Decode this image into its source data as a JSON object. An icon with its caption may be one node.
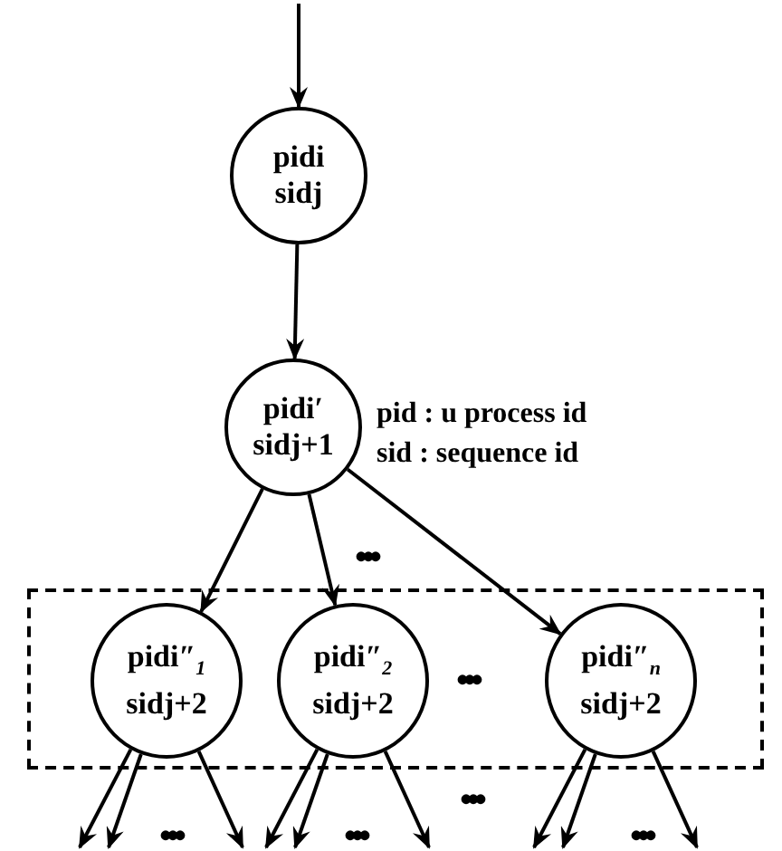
{
  "diagram": {
    "nodes": [
      {
        "text": [
          "pidi",
          "sidj"
        ]
      },
      {
        "text": [
          "pidi′",
          "sidj+1"
        ],
        "beside": [
          "pid : u process id",
          "sid : sequence id"
        ]
      },
      {
        "text": [],
        "shape": "box"
      },
      {
        "text": [
          "pidi″$_{1}$",
          "sidj+2"
        ],
        "in": 2
      },
      {
        "text": [
          "pidi″$_{2}$",
          "sidj+2"
        ],
        "in": 2
      },
      {
        "text": [
          "pidi″$_{n}$",
          "sidj+2"
        ],
        "in": 2
      }
    ],
    "edges": [
      {
        "from": null,
        "to": 0,
        "arrow": "to"
      },
      {
        "from": 0,
        "to": 1,
        "arrow": "to"
      },
      {
        "from": 1,
        "to": 3,
        "arrow": "to"
      },
      {
        "from": 1,
        "to": 4,
        "arrow": "to"
      },
      {
        "from": 1,
        "to": 5,
        "arrow": "to"
      },
      {
        "from": 3,
        "to": null,
        "arrow": "to"
      },
      {
        "from": 3,
        "to": null,
        "arrow": "to"
      },
      {
        "from": 3,
        "to": null,
        "arrow": "to"
      },
      {
        "from": 4,
        "to": null,
        "arrow": "to"
      },
      {
        "from": 4,
        "to": null,
        "arrow": "to"
      },
      {
        "from": 4,
        "to": null,
        "arrow": "to"
      },
      {
        "from": 5,
        "to": null,
        "arrow": "to"
      },
      {
        "from": 5,
        "to": null,
        "arrow": "to"
      },
      {
        "from": 5,
        "to": null,
        "arrow": "to"
      }
    ],
    "labels": [
      "•••",
      "•••",
      "•••",
      "•••",
      "•••",
      "•••"
    ]
  }
}
